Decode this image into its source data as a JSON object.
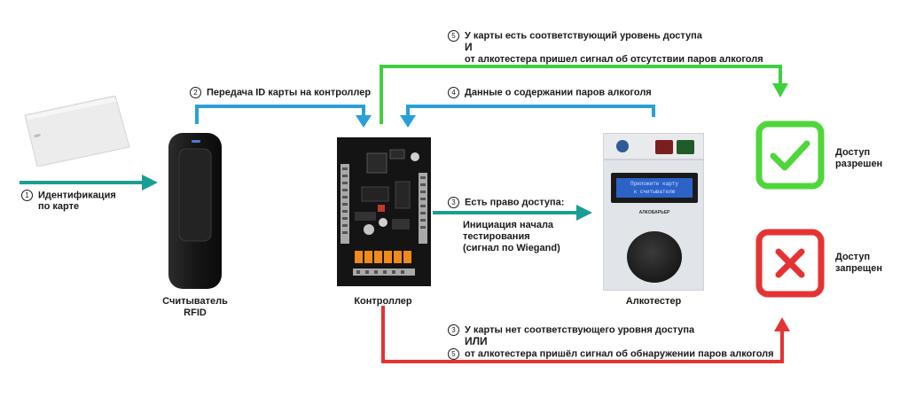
{
  "colors": {
    "teal": "#1a9e93",
    "blue": "#2a9fd8",
    "green": "#3fcf3f",
    "red": "#e53333"
  },
  "step1": {
    "num": "1",
    "line1": "Идентификация",
    "line2": "по карте"
  },
  "step2": {
    "num": "2",
    "text": "Передача ID карты на контроллер"
  },
  "step3": {
    "num": "3",
    "title": "Есть право доступа:",
    "line1": "Инициация начала",
    "line2": "тестирования",
    "line3": "(сигнал по Wiegand)"
  },
  "step4": {
    "num": "4",
    "text": "Данные о содержании паров алкоголя"
  },
  "step5_top": {
    "num": "5",
    "line1": "У карты есть соответствующий уровень доступа",
    "conj": "И",
    "line2": "от алкотестера пришел сигнал об отсутствии паров алкоголя"
  },
  "bottom": {
    "num_a": "3",
    "line1": "У карты нет соответствующего уровня доступа",
    "conj": "ИЛИ",
    "num_b": "5",
    "line2": "от алкотестера пришёл сигнал об обнаружении паров алкоголя"
  },
  "labels": {
    "reader_1": "Считыватель",
    "reader_2": "RFID",
    "controller": "Контроллер",
    "tester": "Алкотестер"
  },
  "screen": {
    "line1": "Приложите карту",
    "line2": "к считывателю"
  },
  "tester_brand": "АЛКОБАРЬЕР",
  "result_allow": {
    "line1": "Доступ",
    "line2": "разрешен"
  },
  "result_deny": {
    "line1": "Доступ",
    "line2": "запрещен"
  }
}
